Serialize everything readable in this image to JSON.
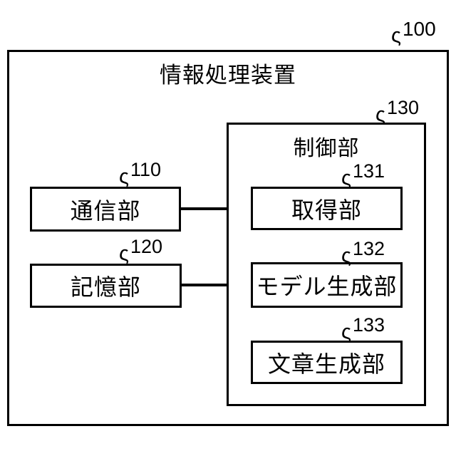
{
  "colors": {
    "line": "#000000",
    "background": "#ffffff"
  },
  "icons": {
    "leader_squiggle": "ς"
  },
  "diagram": {
    "device": {
      "label": "情報処理装置",
      "ref": "100"
    },
    "left_blocks": [
      {
        "label": "通信部",
        "ref": "110"
      },
      {
        "label": "記憶部",
        "ref": "120"
      }
    ],
    "control": {
      "label": "制御部",
      "ref": "130",
      "blocks": [
        {
          "label": "取得部",
          "ref": "131"
        },
        {
          "label": "モデル生成部",
          "ref": "132"
        },
        {
          "label": "文章生成部",
          "ref": "133"
        }
      ]
    }
  }
}
